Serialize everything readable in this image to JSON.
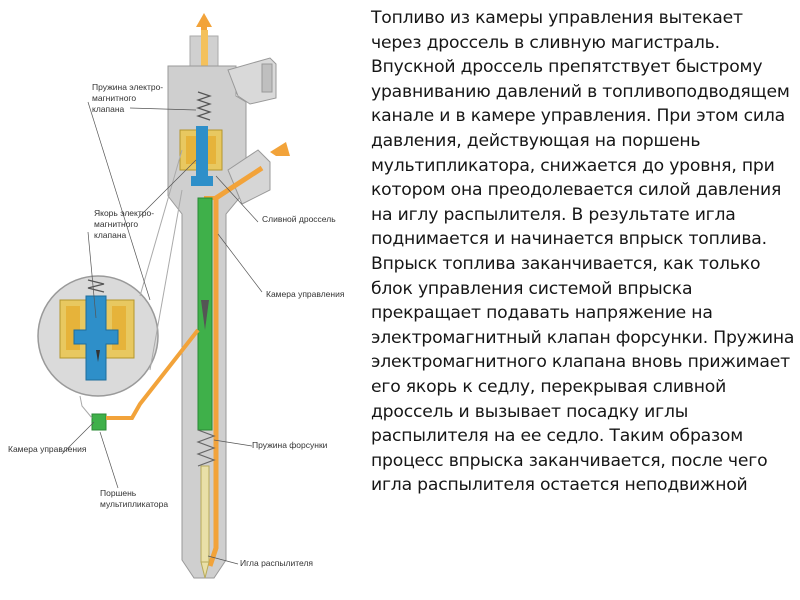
{
  "labels": {
    "spring": [
      "Пружина электро-",
      "магнитного",
      "клапана"
    ],
    "armature": [
      "Якорь электро-",
      "магнитного",
      "клапана"
    ],
    "drain_throttle": "Сливной дроссель",
    "control_chamber_right": "Камера управления",
    "control_chamber_left": "Камера управления",
    "injector_spring": "Пружина форсунки",
    "piston": [
      "Поршень",
      "мультипликатора"
    ],
    "needle": "Игла распылителя"
  },
  "description": "Топливо из камеры управления вытекает через дроссель в сливную магистраль. Впускной дроссель препятствует быстрому уравниванию давлений в топливоподводящем канале и в камере управления. При этом сила давления, действующая на поршень мультипликатора, снижается до уровня, при котором она преодолевается силой давления на иглу распылителя. В результате игла поднимается и начинается впрыск топлива. Впрыск топлива заканчивается, как только блок управления системой впрыска прекращает подавать напряжение на электромагнитный клапан форсунки. Пружина электромагнитного клапана вновь прижимает его якорь к седлу, перекрывая сливной дроссель и вызывает посадку иглы распылителя на ее седло. Таким образом процесс впрыска заканчивается, после чего игла распылителя остается неподвижной"
}
